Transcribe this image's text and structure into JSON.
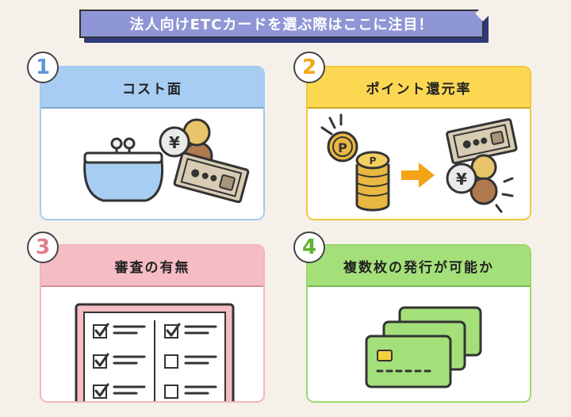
{
  "banner": {
    "title": "法人向けETCカードを選ぶ際はここに注目！"
  },
  "cards": [
    {
      "number": "1",
      "title": "コスト面"
    },
    {
      "number": "2",
      "title": "ポイント還元率"
    },
    {
      "number": "3",
      "title": "審査の有無"
    },
    {
      "number": "4",
      "title": "複数枚の発行が可能か"
    }
  ],
  "icons": {
    "card1": [
      "coin-purse-icon",
      "yen-coin-icon",
      "banknote-icon"
    ],
    "card2": [
      "point-coins-icon",
      "arrow-right-icon",
      "yen-coin-icon",
      "banknote-icon"
    ],
    "card3": [
      "checklist-icon"
    ],
    "card4": [
      "credit-cards-icon"
    ]
  },
  "colors": {
    "card1": "#a7cdf3",
    "card2": "#fbd752",
    "card3": "#f6bcc4",
    "card4": "#a4e07a",
    "banner": "#8f96d6"
  },
  "glyphs": {
    "yen": "¥",
    "point": "P"
  }
}
